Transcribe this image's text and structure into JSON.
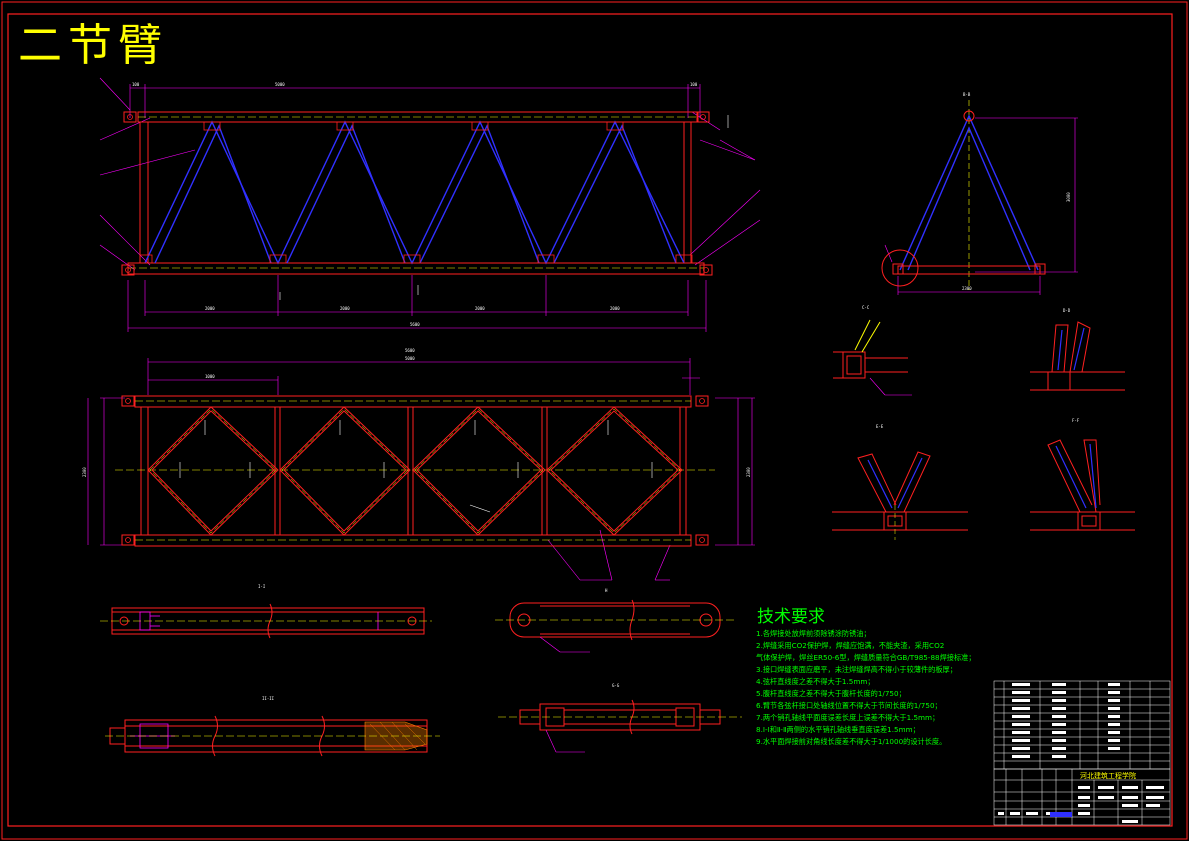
{
  "drawing": {
    "title": "二节臂",
    "tech_requirements": {
      "heading": "技术要求",
      "items": [
        "1.各焊接处放焊前须除锈涂防锈油；",
        "2.焊缝采用CO2保护焊，焊缝应饱满，不能夹渣，采用CO2",
        "   气体保护焊，焊丝ER50-6型，焊缝质量符合GB/T985-88焊接标准；",
        "3.接口焊缝表面应磨平，未注焊缝焊高不得小于较薄件的板厚；",
        "4.弦杆直线度之差不得大于1.5mm；",
        "5.腹杆直线度之差不得大于腹杆长度的1/750；",
        "6.臂节各弦杆接口处轴线位置不得大于节间长度的1/750；",
        "7.两个销孔轴线平面度误差长度上误差不得大于1.5mm；",
        "8.Ⅰ-Ⅰ和Ⅱ-Ⅱ两侧的水平销孔轴线垂直度误差1.5mm；",
        "9.水平面焊接前对角线长度差不得大于1/1000的设计长度。"
      ]
    },
    "title_block": {
      "school": "河北建筑工程学院"
    }
  }
}
